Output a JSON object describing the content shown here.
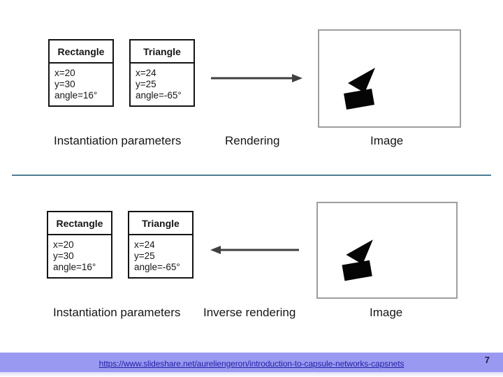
{
  "top_section": {
    "param_boxes": [
      {
        "title": "Rectangle",
        "params": [
          "x=20",
          "y=30",
          "angle=16°"
        ]
      },
      {
        "title": "Triangle",
        "params": [
          "x=24",
          "y=25",
          "angle=-65°"
        ]
      }
    ],
    "params_caption": "Instantiation parameters",
    "process_caption": "Rendering",
    "image_caption": "Image",
    "arrow_direction": "right"
  },
  "bottom_section": {
    "param_boxes": [
      {
        "title": "Rectangle",
        "params": [
          "x=20",
          "y=30",
          "angle=16°"
        ]
      },
      {
        "title": "Triangle",
        "params": [
          "x=24",
          "y=25",
          "angle=-65°"
        ]
      }
    ],
    "params_caption": "Instantiation parameters",
    "process_caption": "Inverse rendering",
    "image_caption": "Image",
    "arrow_direction": "left"
  },
  "footer": {
    "url_label": "https://www.slideshare.net/aureliengeron/introduction-to-capsule-networks-capsnets",
    "page_number": "7"
  },
  "icons": {
    "right_arrow": "right-arrow-icon",
    "left_arrow": "left-arrow-icon"
  },
  "colors": {
    "divider": "#4f7d93",
    "footer_bar": "#9a99f2",
    "link_text": "#2121a3",
    "arrow": "#404040",
    "shape_fill": "#050505",
    "frame_border": "#9e9e9e",
    "box_border": "#141414"
  }
}
